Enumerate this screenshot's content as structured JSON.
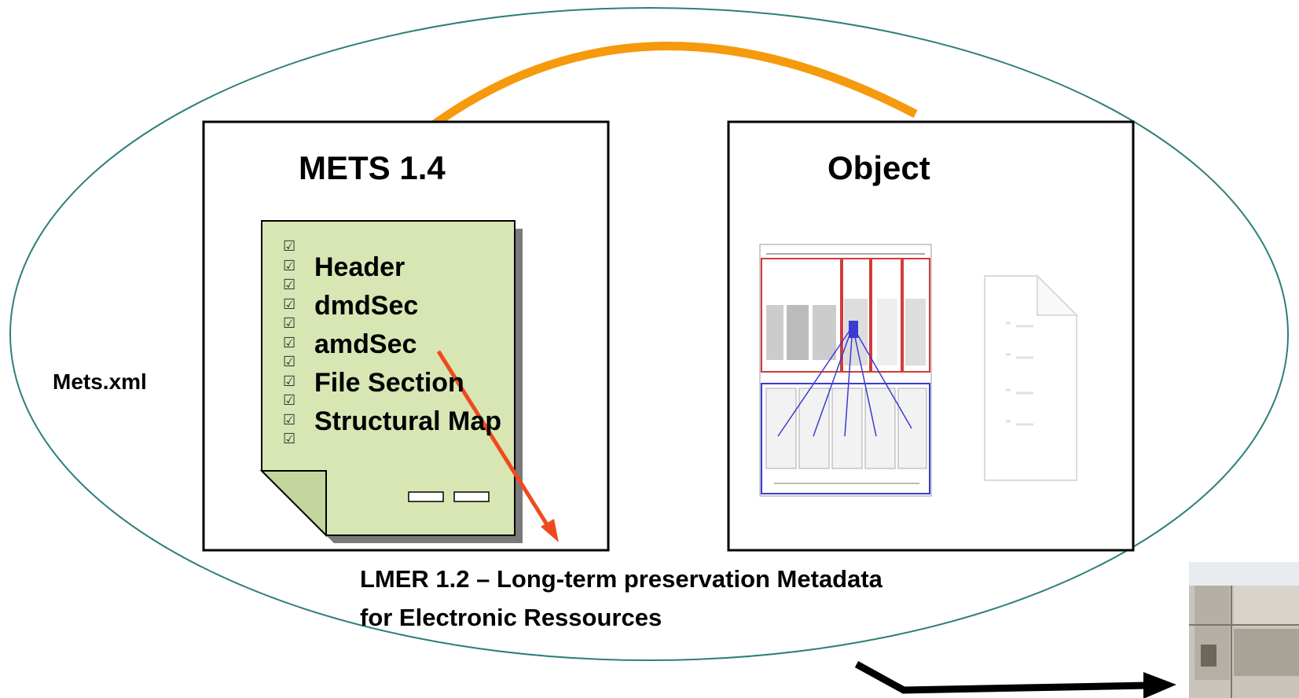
{
  "mets_box": {
    "title": "METS 1.4",
    "items": [
      "Header",
      "dmdSec",
      "amdSec",
      "File Section",
      "Structural Map"
    ]
  },
  "object_box": {
    "title": "Object"
  },
  "container_label": "Mets.xml",
  "caption": {
    "line1": "LMER 1.2  – Long-term preservation Metadata",
    "line2": "for Electronic Ressources"
  },
  "colors": {
    "ellipse": "#2e7f7a",
    "connector": "#f59a0c",
    "document_fill": "#d7e6b3",
    "pointer_arrow": "#ef4a1d",
    "storage_arrow": "#000000"
  },
  "icons": [
    "checkbox-icon",
    "document-icon",
    "form-thumbnail-icon",
    "faded-document-icon",
    "storage-device-photo"
  ]
}
